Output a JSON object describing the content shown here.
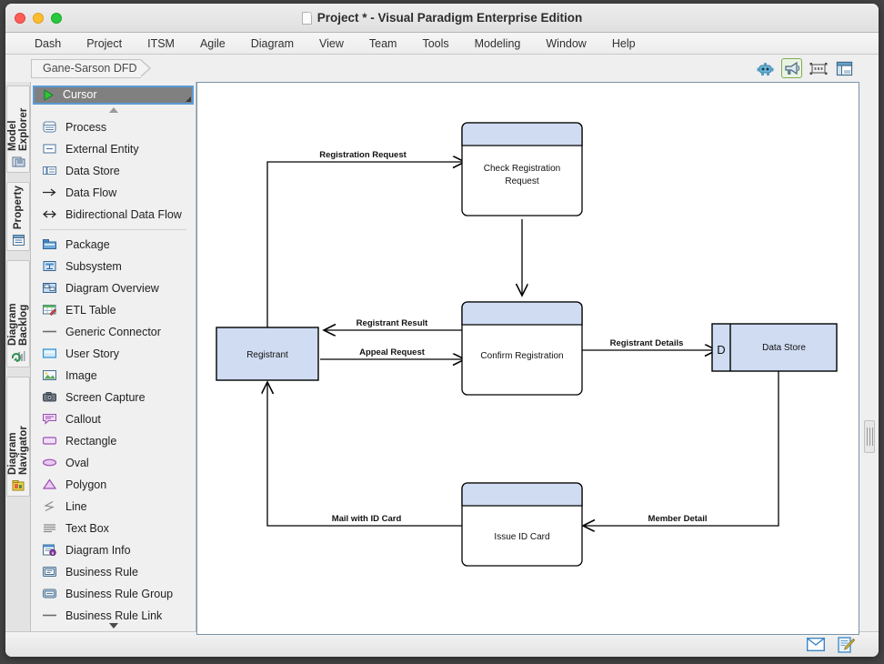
{
  "window": {
    "title": "Project * - Visual Paradigm Enterprise Edition",
    "doc_icon": "document-icon",
    "controls": [
      "close",
      "minimize",
      "zoom"
    ]
  },
  "menubar": {
    "items": [
      {
        "label": "Dash"
      },
      {
        "label": "Project"
      },
      {
        "label": "ITSM"
      },
      {
        "label": "Agile"
      },
      {
        "label": "Diagram"
      },
      {
        "label": "View"
      },
      {
        "label": "Team"
      },
      {
        "label": "Tools"
      },
      {
        "label": "Modeling"
      },
      {
        "label": "Window"
      },
      {
        "label": "Help"
      }
    ]
  },
  "toolbar": {
    "breadcrumb": "Gane-Sarson DFD",
    "buttons": [
      {
        "name": "assistant-bot-icon",
        "active": false
      },
      {
        "name": "megaphone-icon",
        "active": true
      },
      {
        "name": "presentation-icon",
        "active": false
      },
      {
        "name": "panel-layout-icon",
        "active": false
      }
    ]
  },
  "dock_tabs": [
    {
      "label": "Model Explorer",
      "icon": "model-explorer-icon"
    },
    {
      "label": "Property",
      "icon": "property-icon"
    },
    {
      "label": "Diagram Backlog",
      "icon": "diagram-backlog-icon"
    },
    {
      "label": "Diagram Navigator",
      "icon": "diagram-navigator-icon"
    }
  ],
  "palette": {
    "selected": {
      "label": "Cursor",
      "icon": "cursor-arrow-icon"
    },
    "groups": [
      {
        "items": [
          {
            "label": "Process",
            "icon": "process-icon"
          },
          {
            "label": "External Entity",
            "icon": "external-entity-icon"
          },
          {
            "label": "Data Store",
            "icon": "data-store-icon"
          },
          {
            "label": "Data Flow",
            "icon": "data-flow-arrow-icon"
          },
          {
            "label": "Bidirectional Data Flow",
            "icon": "bidirectional-arrow-icon"
          }
        ]
      },
      {
        "items": [
          {
            "label": "Package",
            "icon": "package-icon"
          },
          {
            "label": "Subsystem",
            "icon": "subsystem-icon"
          },
          {
            "label": "Diagram Overview",
            "icon": "diagram-overview-icon"
          },
          {
            "label": "ETL Table",
            "icon": "etl-table-icon"
          },
          {
            "label": "Generic Connector",
            "icon": "generic-connector-icon"
          },
          {
            "label": "User Story",
            "icon": "user-story-icon"
          },
          {
            "label": "Image",
            "icon": "image-icon"
          },
          {
            "label": "Screen Capture",
            "icon": "screen-capture-icon"
          },
          {
            "label": "Callout",
            "icon": "callout-icon"
          },
          {
            "label": "Rectangle",
            "icon": "rectangle-icon"
          },
          {
            "label": "Oval",
            "icon": "oval-icon"
          },
          {
            "label": "Polygon",
            "icon": "polygon-icon"
          },
          {
            "label": "Line",
            "icon": "line-icon"
          },
          {
            "label": "Text Box",
            "icon": "text-box-icon"
          },
          {
            "label": "Diagram Info",
            "icon": "diagram-info-icon"
          },
          {
            "label": "Business Rule",
            "icon": "business-rule-icon"
          },
          {
            "label": "Business Rule Group",
            "icon": "business-rule-group-icon"
          },
          {
            "label": "Business Rule Link",
            "icon": "business-rule-link-icon"
          }
        ]
      }
    ]
  },
  "diagram": {
    "type": "Gane-Sarson Data Flow Diagram",
    "nodes": [
      {
        "id": "check",
        "kind": "process",
        "label": "Check Registration Request"
      },
      {
        "id": "confirm",
        "kind": "process",
        "label": "Confirm Registration"
      },
      {
        "id": "issue",
        "kind": "process",
        "label": "Issue ID Card"
      },
      {
        "id": "registrant",
        "kind": "external-entity",
        "label": "Registrant"
      },
      {
        "id": "datastore",
        "kind": "data-store",
        "label": "Data Store",
        "marker": "D"
      }
    ],
    "flows": [
      {
        "from": "registrant",
        "to": "check",
        "label": "Registration Request"
      },
      {
        "from": "check",
        "to": "confirm",
        "label": ""
      },
      {
        "from": "confirm",
        "to": "registrant",
        "label": "Registrant Result"
      },
      {
        "from": "registrant",
        "to": "confirm",
        "label": "Appeal Request"
      },
      {
        "from": "confirm",
        "to": "datastore",
        "label": "Registrant Details"
      },
      {
        "from": "datastore",
        "to": "issue",
        "label": "Member Detail"
      },
      {
        "from": "issue",
        "to": "registrant",
        "label": "Mail with ID Card"
      }
    ],
    "colors": {
      "shape_fill": "#d0dcf2",
      "shape_stroke": "#000000",
      "process_body": "#ffffff",
      "canvas": "#ffffff"
    }
  },
  "statusbar": {
    "buttons": [
      {
        "name": "mail-icon"
      },
      {
        "name": "notes-edit-icon"
      }
    ]
  }
}
